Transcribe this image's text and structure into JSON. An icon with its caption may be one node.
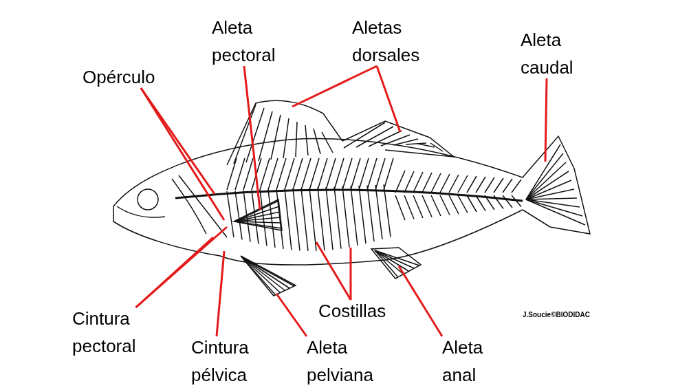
{
  "diagram": {
    "nodes": [
      {
        "text": [
          "Opérculo"
        ]
      },
      {
        "text": [
          "Aleta pectoral"
        ]
      },
      {
        "text": [
          "Aletas dorsales"
        ]
      },
      {
        "text": [
          "Aleta caudal"
        ]
      },
      {
        "text": [
          "Cintura pectoral"
        ]
      },
      {
        "text": [
          "Cintura pélvica"
        ]
      },
      {
        "text": [
          "Aleta pelviana"
        ]
      },
      {
        "text": [
          "Costillas"
        ]
      },
      {
        "text": [
          "Aleta anal"
        ]
      }
    ],
    "edges": [
      {
        "from": 0,
        "to": null,
        "arrow": "none"
      },
      {
        "from": 0,
        "to": null,
        "arrow": "none"
      },
      {
        "from": 1,
        "to": null,
        "arrow": "none"
      },
      {
        "from": 2,
        "to": null,
        "arrow": "none"
      },
      {
        "from": 2,
        "to": null,
        "arrow": "none"
      },
      {
        "from": 3,
        "to": null,
        "arrow": "none"
      },
      {
        "from": 4,
        "to": null,
        "arrow": "none"
      },
      {
        "from": 4,
        "to": null,
        "arrow": "none"
      },
      {
        "from": 5,
        "to": null,
        "arrow": "none"
      },
      {
        "from": 6,
        "to": null,
        "arrow": "none"
      },
      {
        "from": 7,
        "to": null,
        "arrow": "none"
      },
      {
        "from": 7,
        "to": null,
        "arrow": "none"
      },
      {
        "from": 8,
        "to": null,
        "arrow": "none"
      }
    ],
    "labels": [
      "J.Soucie©BIODIDAC"
    ]
  }
}
